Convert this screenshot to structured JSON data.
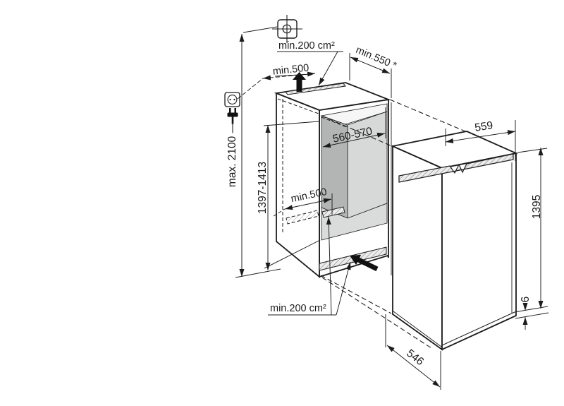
{
  "diagram": {
    "type": "appliance-installation-drawing",
    "labels": {
      "top_vent_area": "min.200 cm²",
      "top_vent_width": "min.500",
      "installation_depth": "min.550 *",
      "niche_width": "560-570",
      "niche_height": "1397-1413",
      "max_ceiling_height": "max. 2100 —",
      "base_vent_width": "min.500",
      "base_vent_area": "min.200 cm²",
      "appliance_width": "559",
      "appliance_height": "1395",
      "appliance_depth": "546",
      "door_bottom_gap": "6"
    },
    "icons": {
      "mains_connection": "junction-box-crosshair",
      "power_socket": "socket-outlet",
      "power_plug": "mains-plug",
      "airflow_top": "air-out-arrow",
      "airflow_bottom": "air-in-arrow"
    },
    "colors": {
      "line": "#1c1c1c",
      "niche_side_wall": "#b3b5b4",
      "niche_back_wall": "#d7d9d8",
      "niche_floor": "#dadcdb",
      "hatch_fill": "#ececec",
      "background": "#ffffff"
    }
  }
}
